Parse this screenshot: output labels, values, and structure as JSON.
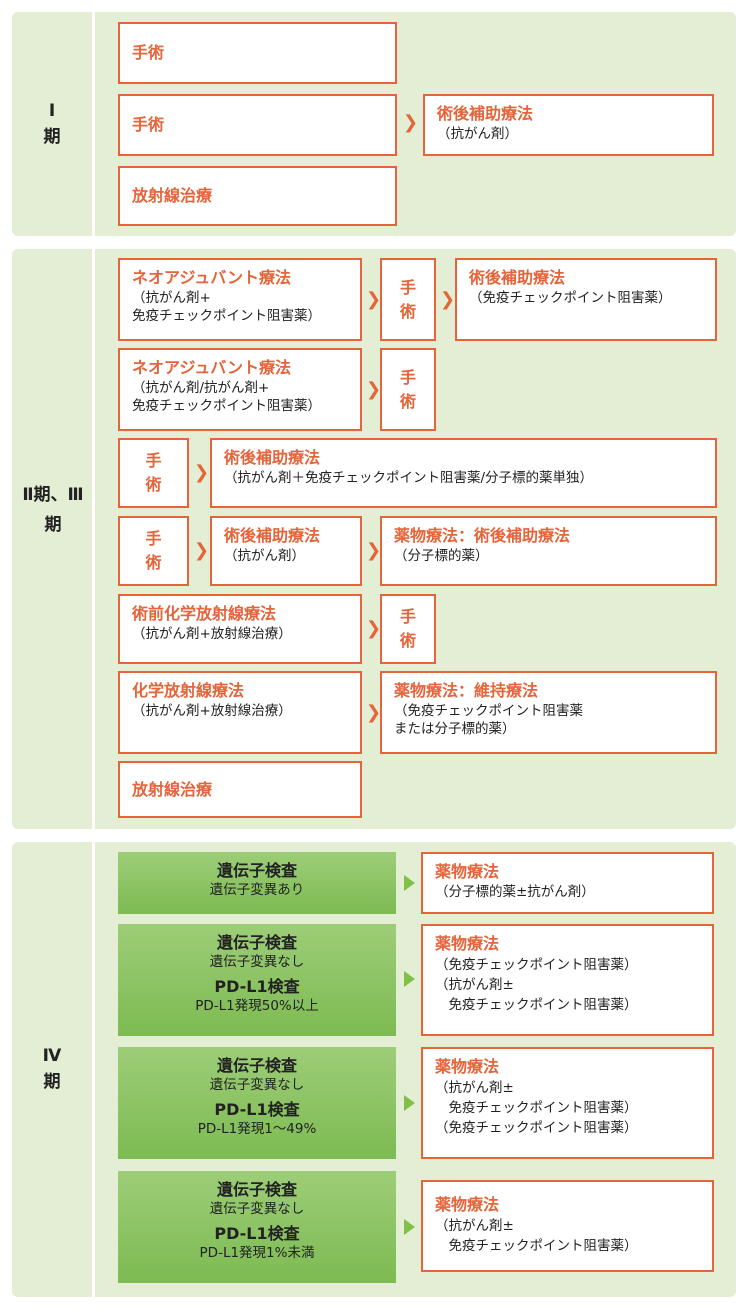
{
  "stages": {
    "stage1": "Ⅰ\n期",
    "stage23": "Ⅱ期、Ⅲ期",
    "stage4": "Ⅳ\n期"
  },
  "stage1": {
    "r1_surgery": "手術",
    "r2_surgery": "手術",
    "r2_adjuvant_title": "術後補助療法",
    "r2_adjuvant_sub": "（抗がん剤）",
    "r3_radiation": "放射線治療"
  },
  "stage23": {
    "r1_neo_title": "ネオアジュバント療法",
    "r1_neo_sub": "（抗がん剤+\n免疫チェックポイント阻害薬）",
    "r1_surgery": "手\n術",
    "r1_adj_title": "術後補助療法",
    "r1_adj_sub": "（免疫チェックポイント阻害薬）",
    "r2_neo_title": "ネオアジュバント療法",
    "r2_neo_sub": "（抗がん剤/抗がん剤+\n免疫チェックポイント阻害薬）",
    "r2_surgery": "手\n術",
    "r3_surgery": "手\n術",
    "r3_adj_title": "術後補助療法",
    "r3_adj_sub": "（抗がん剤＋免疫チェックポイント阻害薬/分子標的薬単独）",
    "r4_surgery": "手\n術",
    "r4_adj_title": "術後補助療法",
    "r4_adj_sub": "（抗がん剤）",
    "r4_drug_title": "薬物療法：術後補助療法",
    "r4_drug_sub": "（分子標的薬）",
    "r5_precrt_title": "術前化学放射線療法",
    "r5_precrt_sub": "（抗がん剤+放射線治療）",
    "r5_surgery": "手\n術",
    "r6_crt_title": "化学放射線療法",
    "r6_crt_sub": "（抗がん剤+放射線治療）",
    "r6_maint_title": "薬物療法：維持療法",
    "r6_maint_sub": "（免疫チェックポイント阻害薬\nまたは分子標的薬）",
    "r7_radiation": "放射線治療"
  },
  "stage4": {
    "g1_head": "遺伝子検査",
    "g1_sub": "遺伝子変異あり",
    "d1_title": "薬物療法",
    "d1_sub": "（分子標的薬±抗がん剤）",
    "g2_head": "遺伝子検査",
    "g2_sub": "遺伝子変異なし",
    "g2_head2": "PD-L1検査",
    "g2_sub2": "PD-L1発現50%以上",
    "d2_title": "薬物療法",
    "d2_sub": "（免疫チェックポイント阻害薬）\n（抗がん剤±\n　免疫チェックポイント阻害薬）",
    "g3_head": "遺伝子検査",
    "g3_sub": "遺伝子変異なし",
    "g3_head2": "PD-L1検査",
    "g3_sub2": "PD-L1発現1～49%",
    "d3_title": "薬物療法",
    "d3_sub": "（抗がん剤±\n　免疫チェックポイント阻害薬）\n（免疫チェックポイント阻害薬）",
    "g4_head": "遺伝子検査",
    "g4_sub": "遺伝子変異なし",
    "g4_head2": "PD-L1検査",
    "g4_sub2": "PD-L1発現1%未満",
    "d4_title": "薬物療法",
    "d4_sub": "（抗がん剤±\n　免疫チェックポイント阻害薬）"
  },
  "arrow": "❯",
  "colors": {
    "accent": "#e5643a",
    "panel": "#e4eed4",
    "green": "#8cc460"
  }
}
